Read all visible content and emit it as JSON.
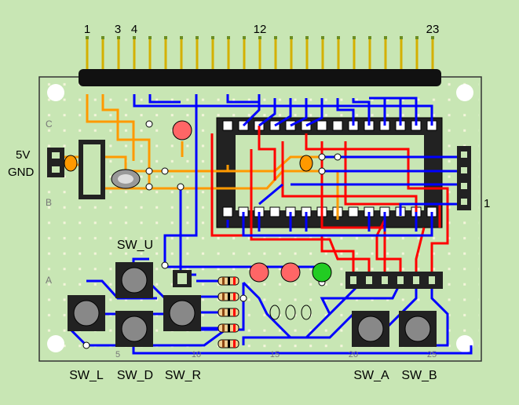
{
  "pin_numbers": [
    "1",
    "3",
    "4",
    "12",
    "23"
  ],
  "power_labels": {
    "vcc": "5V",
    "gnd": "GND"
  },
  "row_labels": [
    "C",
    "B",
    "A"
  ],
  "column_numbers": [
    "5",
    "10",
    "15",
    "20",
    "25"
  ],
  "connector_pin_label": "1",
  "switch_labels": {
    "up": "SW_U",
    "left": "SW_L",
    "down": "SW_D",
    "right": "SW_R",
    "a": "SW_A",
    "b": "SW_B"
  },
  "colors": {
    "background": "#c8e6b4",
    "board": "#c8e6b4",
    "board_hole": "#f5f5dc",
    "blue_wire": "#0000ff",
    "red_wire": "#ff0000",
    "orange_wire": "#ff9900",
    "led_red": "#ff6666",
    "led_green": "#22cc22",
    "header": "#111111",
    "pin_gold": "#d4b000"
  }
}
